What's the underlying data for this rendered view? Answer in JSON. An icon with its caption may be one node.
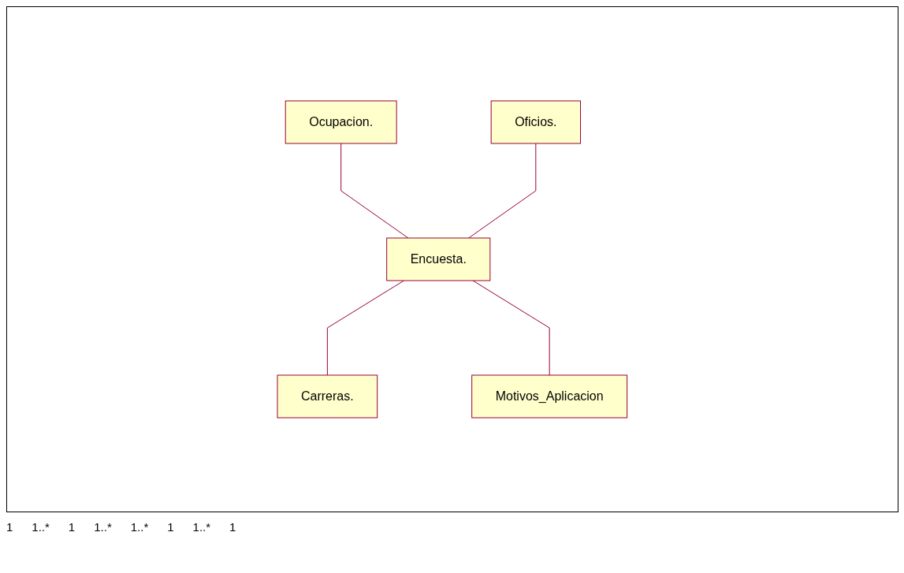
{
  "diagram": {
    "nodes": [
      {
        "text": [
          "Ocupacion."
        ]
      },
      {
        "text": [
          "Oficios."
        ]
      },
      {
        "text": [
          "Encuesta."
        ]
      },
      {
        "text": [
          "Carreras."
        ]
      },
      {
        "text": [
          "Motivos_Aplicacion"
        ]
      }
    ],
    "edges": [
      {
        "from": 0,
        "to": 2,
        "arrow": "none"
      },
      {
        "from": 1,
        "to": 2,
        "arrow": "none"
      },
      {
        "from": 2,
        "to": 3,
        "arrow": "none"
      },
      {
        "from": 2,
        "to": 4,
        "arrow": "none"
      }
    ],
    "labels": [
      "1",
      "1..*",
      "1",
      "1..*",
      "1..*",
      "1",
      "1..*",
      "1"
    ]
  }
}
